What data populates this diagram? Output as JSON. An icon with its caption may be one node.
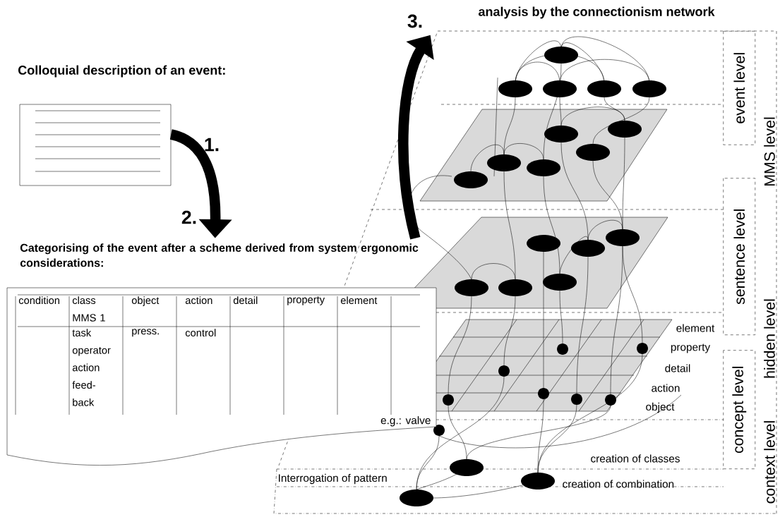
{
  "diagram": {
    "nodes": [
      {
        "text": [
          "Colloquial description of an event:"
        ]
      },
      {
        "text": [
          "Categorising of the event after a scheme derived from system ergonomic considerations:"
        ]
      },
      {
        "text": [
          "analysis by the connectionism network"
        ]
      },
      {
        "text": [
          "event level"
        ],
        "in": 2
      },
      {
        "text": [
          "sentence level"
        ],
        "in": 2
      },
      {
        "text": [
          "concept level"
        ],
        "in": 2
      }
    ],
    "edges": [
      {
        "from": 0,
        "to": 1,
        "arrow": "to"
      },
      {
        "from": 1,
        "to": 2,
        "arrow": "to"
      }
    ],
    "labels": [
      "1.",
      "2.",
      "3.",
      "condition",
      "class MMS 1",
      "object",
      "action",
      "detail",
      "property",
      "element",
      "task operator action feed-back",
      "press.",
      "control",
      "MMS level",
      "element",
      "property",
      "detail",
      "action",
      "object",
      "e.g.: valve",
      "hidden level",
      "creation of classes",
      "context level",
      "Interrogation of pattern",
      "creation of combination"
    ]
  }
}
